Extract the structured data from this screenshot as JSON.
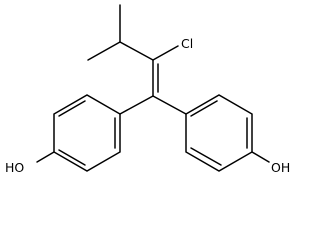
{
  "molecule": {
    "labels": {
      "chlorine": "Cl",
      "hydroxyl_left": "HO",
      "hydroxyl_right": "OH"
    }
  }
}
